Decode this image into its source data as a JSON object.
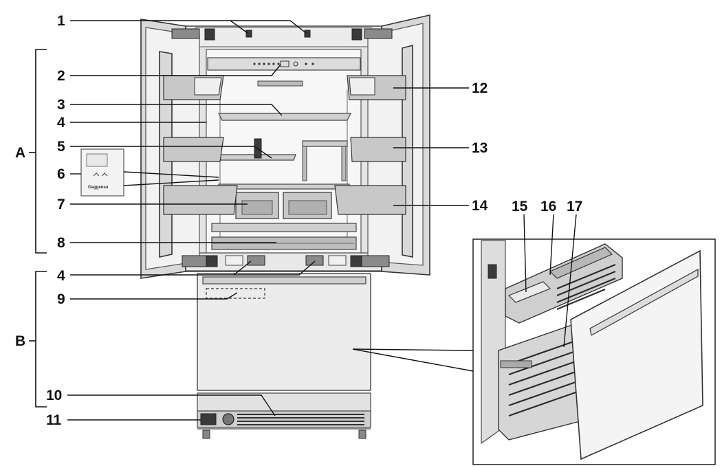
{
  "callouts": [
    {
      "id": "1",
      "text": "1"
    },
    {
      "id": "2",
      "text": "2"
    },
    {
      "id": "3",
      "text": "3"
    },
    {
      "id": "4a",
      "text": "4"
    },
    {
      "id": "5",
      "text": "5"
    },
    {
      "id": "6",
      "text": "6"
    },
    {
      "id": "7",
      "text": "7"
    },
    {
      "id": "8",
      "text": "8"
    },
    {
      "id": "4b",
      "text": "4"
    },
    {
      "id": "9",
      "text": "9"
    },
    {
      "id": "10",
      "text": "10"
    },
    {
      "id": "11",
      "text": "11"
    },
    {
      "id": "12",
      "text": "12"
    },
    {
      "id": "13",
      "text": "13"
    },
    {
      "id": "14",
      "text": "14"
    },
    {
      "id": "15",
      "text": "15"
    },
    {
      "id": "16",
      "text": "16"
    },
    {
      "id": "17",
      "text": "17"
    }
  ],
  "sections": [
    {
      "id": "A",
      "text": "A"
    },
    {
      "id": "B",
      "text": "B"
    }
  ],
  "control_panel_text": "Gaggenau",
  "icons": [
    "refrigerator-illustration",
    "freezer-drawer-inset",
    "control-panel-icon",
    "ice-maker-icon"
  ]
}
